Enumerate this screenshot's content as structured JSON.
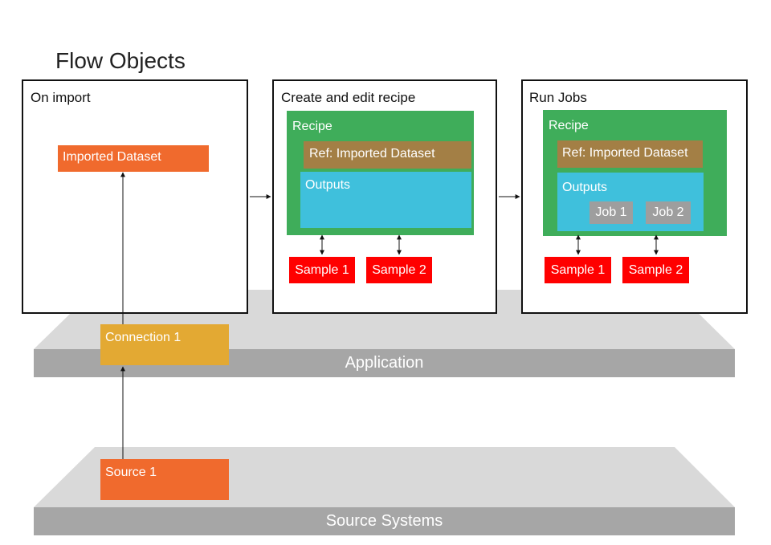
{
  "title": "Flow Objects",
  "platforms": {
    "application": "Application",
    "source_systems": "Source Systems"
  },
  "panels": {
    "on_import": {
      "title": "On import",
      "imported_dataset": "Imported Dataset"
    },
    "create_edit": {
      "title": "Create and edit recipe",
      "recipe": "Recipe",
      "ref": "Ref: Imported Dataset",
      "outputs": "Outputs",
      "samples": [
        "Sample 1",
        "Sample 2"
      ]
    },
    "run_jobs": {
      "title": "Run Jobs",
      "recipe": "Recipe",
      "ref": "Ref: Imported Dataset",
      "outputs": "Outputs",
      "jobs": [
        "Job 1",
        "Job 2"
      ],
      "samples": [
        "Sample 1",
        "Sample 2"
      ]
    }
  },
  "connection": "Connection 1",
  "source": "Source 1",
  "colors": {
    "orange": "#f06a2d",
    "recipe_green": "#3fad5a",
    "ref_brown": "#a37f45",
    "outputs_cyan": "#3fc0dc",
    "sample_red": "#ff0000",
    "job_gray": "#9e9e9e",
    "connection_gold": "#e3a933",
    "platform_top": "#d9d9d9",
    "platform_front": "#a6a6a6"
  }
}
